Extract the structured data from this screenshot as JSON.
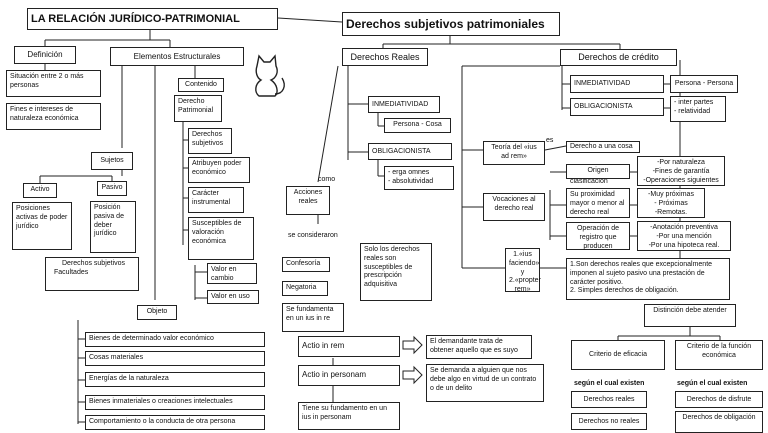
{
  "title_left": "LA RELACIÓN JURÍDICO-PATRIMONIAL",
  "title_right": "Derechos subjetivos patrimoniales",
  "definicion": {
    "label": "Definición",
    "items": [
      "Situación entre 2 o más personas",
      "Fines e intereses de naturaleza económica"
    ]
  },
  "elementos": {
    "label": "Elementos Estructurales",
    "contenido": "Contenido",
    "derecho_patrimonial": "Derecho Patrimonial",
    "derecho_items": [
      "Derechos subjetivos",
      "Atribuyen poder económico",
      "Carácter instrumental",
      "Susceptibles de valoración económica"
    ],
    "valor": [
      "Valor en cambio",
      "Valor en uso"
    ],
    "sujetos": "Sujetos",
    "activo": "Activo",
    "pasivo": "Pasivo",
    "activo_desc": "Posiciones activas de poder jurídico",
    "pasivo_desc": "Posición pasiva de deber jurídico",
    "sujetos_list": [
      "Derechos subjetivos",
      "Facultades"
    ],
    "objeto": "Objeto",
    "objeto_items": [
      "Bienes de determinado valor económico",
      "Cosas materiales",
      "Energías de la naturaleza",
      "Bienes inmateriales o creaciones intelectuales",
      "Comportamiento o la conducta de otra persona"
    ]
  },
  "reales": {
    "label": "Derechos Reales",
    "inmediatividad": "INMEDIATIVIDAD",
    "persona_cosa": "Persona - Cosa",
    "oblig": "OBLIGACIONISTA",
    "oblig_items": [
      "- erga omnes",
      "- absolutividad"
    ],
    "como": "como",
    "acciones": "Acciones reales",
    "se_consideran": "se consideraron",
    "consideran_items": [
      "Confesoría",
      "Negatoria"
    ],
    "fundamenta": "Se fundamenta en un ius in re",
    "solo": "Solo los derechos reales son susceptibles de prescripción adquisitiva"
  },
  "credito": {
    "label": "Derechos de crédito",
    "inmediatividad": "INMEDIATIVIDAD",
    "persona_persona": "Persona - Persona",
    "oblig": "OBLIGACIONISTA",
    "oblig_items": [
      "- inter partes",
      "- relatividad"
    ],
    "teoria": "Teoría del «ius ad rem»",
    "es": "es",
    "derecho_cosa": "Derecho a una cosa",
    "clasificacion": "clasificación",
    "vocaciones": "Vocaciones al derecho real",
    "origen": "Origen",
    "origen_items": [
      "-Por naturaleza",
      "-Fines de garantía",
      "-Operaciones siguientes"
    ],
    "proximidad": "Su proximidad mayor o menor al derecho real",
    "proximidad_items": [
      "-Muy próximas",
      "- Próximas",
      "-Remotas."
    ],
    "operacion": "Operación de registro que producen",
    "operacion_items": [
      "-Anotación preventiva",
      "-Por una mención",
      "-Por una hipoteca real."
    ],
    "iusfac": "1.«ius faciendo» y 2.«propter rem»",
    "iusfac_desc": [
      "1.Son derechos reales que excepcionalmente imponen al sujeto pasivo una prestación de carácter positivo.",
      "2. Simples derechos de obligación."
    ]
  },
  "distincion": {
    "title": "Distinción debe atender",
    "eficacia": "Criterio de eficacia",
    "funcion": "Criterio de la función económica",
    "segun": "según el cual existen",
    "eficacia_items": [
      "Derechos reales",
      "Derechos no reales"
    ],
    "funcion_items": [
      "Derechos de disfrute",
      "Derechos de obligación"
    ]
  },
  "actio": {
    "rem": "Actio in rem",
    "rem_desc": "El demandante trata de obtener aquello que es suyo",
    "personam": "Actio in personam",
    "personam_desc": "Se demanda a alguien que nos debe algo en virtud de un contrato o de un delito",
    "ius": "Tiene su fundamento en un ius in personam"
  }
}
